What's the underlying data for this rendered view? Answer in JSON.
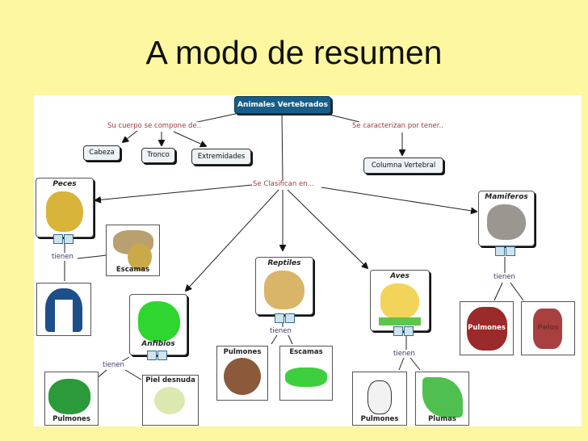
{
  "slide_title": "A modo de resumen",
  "map": {
    "root": "Animales Vertebrados",
    "links": {
      "compone": "Su cuerpo se compone de..",
      "caracterizan": "Se caracterizan por tener..",
      "clasifican": "Se Clasifican en...",
      "tienen": "tienen"
    },
    "parts": [
      "Cabeza",
      "Tronco",
      "Extremidades"
    ],
    "feature": "Columna Vertebral",
    "classes": {
      "peces": {
        "label": "Peces",
        "has": [
          "Escamas"
        ]
      },
      "mamiferos": {
        "label": "Mamiferos",
        "has": [
          "Pulmones",
          "Pelos"
        ]
      },
      "reptiles": {
        "label": "Reptiles",
        "has": [
          "Pulmones",
          "Escamas"
        ]
      },
      "aves": {
        "label": "Aves",
        "has": [
          "Pulmones",
          "Plumas"
        ]
      },
      "anfibios": {
        "label": "Anfibios",
        "has": [
          "Pulmones",
          "Piel desnuda"
        ]
      }
    }
  },
  "colors": {
    "background": "#fcf7a0",
    "root": "#165e88",
    "link_text": "#9a3a40"
  }
}
